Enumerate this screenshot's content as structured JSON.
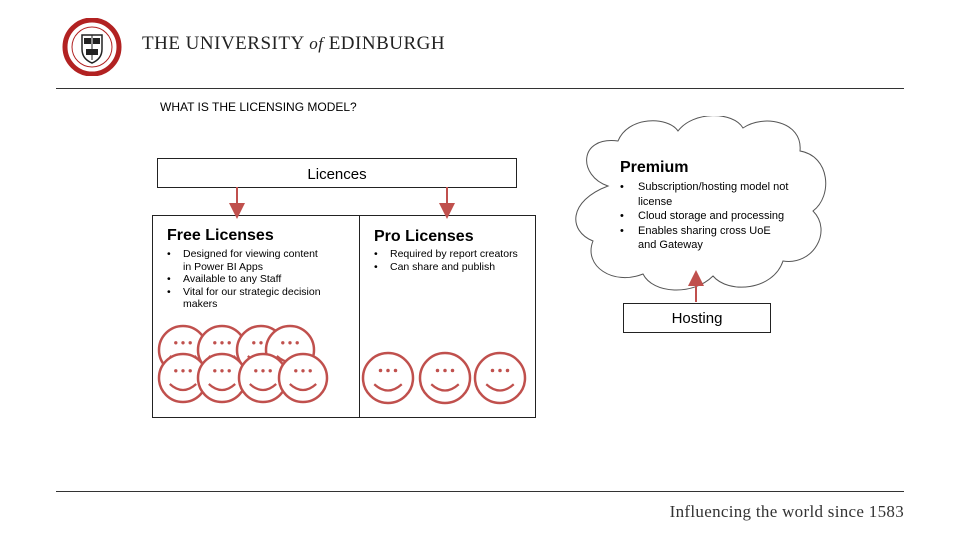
{
  "header": {
    "logo_icon": "university-crest-icon",
    "uni_the": "THE UNIVERSITY",
    "uni_of": "of",
    "uni_edinburgh": "EDINBURGH"
  },
  "slide": {
    "title": "WHAT IS THE LICENSING MODEL?",
    "licences_label": "Licences",
    "free": {
      "title": "Free Licenses",
      "bullets": [
        "Designed for viewing content in Power BI Apps",
        "Available to any Staff",
        "Vital for our strategic decision makers"
      ],
      "face_count": 8
    },
    "pro": {
      "title": "Pro Licenses",
      "bullets": [
        "Required by report creators",
        "Can share and publish"
      ],
      "face_count": 3
    },
    "premium": {
      "title": "Premium",
      "bullets": [
        "Subscription/hosting model not license",
        "Cloud storage and processing",
        "Enables sharing cross UoE and Gateway"
      ]
    },
    "hosting_label": "Hosting"
  },
  "footer": {
    "tagline": "Influencing the world since 1583"
  },
  "colors": {
    "arrow": "#c0504d",
    "face": "#c0504d",
    "text": "#000000",
    "crest_red": "#b22222"
  }
}
